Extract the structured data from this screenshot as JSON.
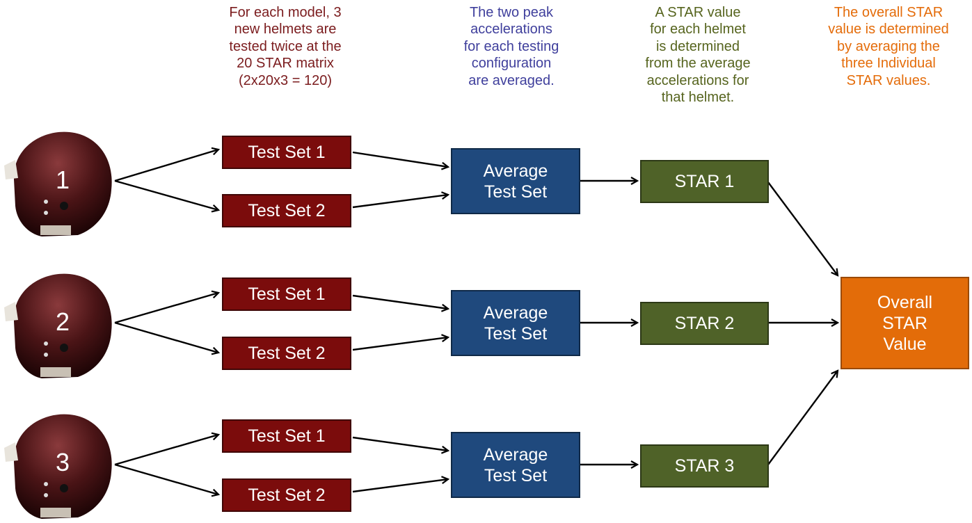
{
  "notes": {
    "testing": [
      "For each model, 3",
      "new helmets are",
      "tested twice at the",
      "20 STAR matrix",
      "(2x20x3 = 120)"
    ],
    "averaging": [
      "The two peak",
      "accelerations",
      "for each testing",
      "configuration",
      "are averaged."
    ],
    "star": [
      "A STAR value",
      "for each helmet",
      "is determined",
      "from the average",
      "accelerations for",
      "that helmet."
    ],
    "overall": [
      "The overall STAR",
      "value is determined",
      "by averaging the",
      "three Individual",
      "STAR values."
    ]
  },
  "helmets": [
    {
      "number": "1",
      "test_set_1": "Test Set 1",
      "test_set_2": "Test Set 2",
      "average": [
        "Average",
        "Test Set"
      ],
      "star": "STAR 1"
    },
    {
      "number": "2",
      "test_set_1": "Test Set 1",
      "test_set_2": "Test Set 2",
      "average": [
        "Average",
        "Test Set"
      ],
      "star": "STAR 2"
    },
    {
      "number": "3",
      "test_set_1": "Test Set 1",
      "test_set_2": "Test Set 2",
      "average": [
        "Average",
        "Test Set"
      ],
      "star": "STAR 3"
    }
  ],
  "overall": [
    "Overall",
    "STAR",
    "Value"
  ],
  "colors": {
    "test_set": "#7b0c0c",
    "average": "#1f497d",
    "star": "#4f6228",
    "overall": "#e36c09",
    "helmet_shell": "#4a1416"
  }
}
